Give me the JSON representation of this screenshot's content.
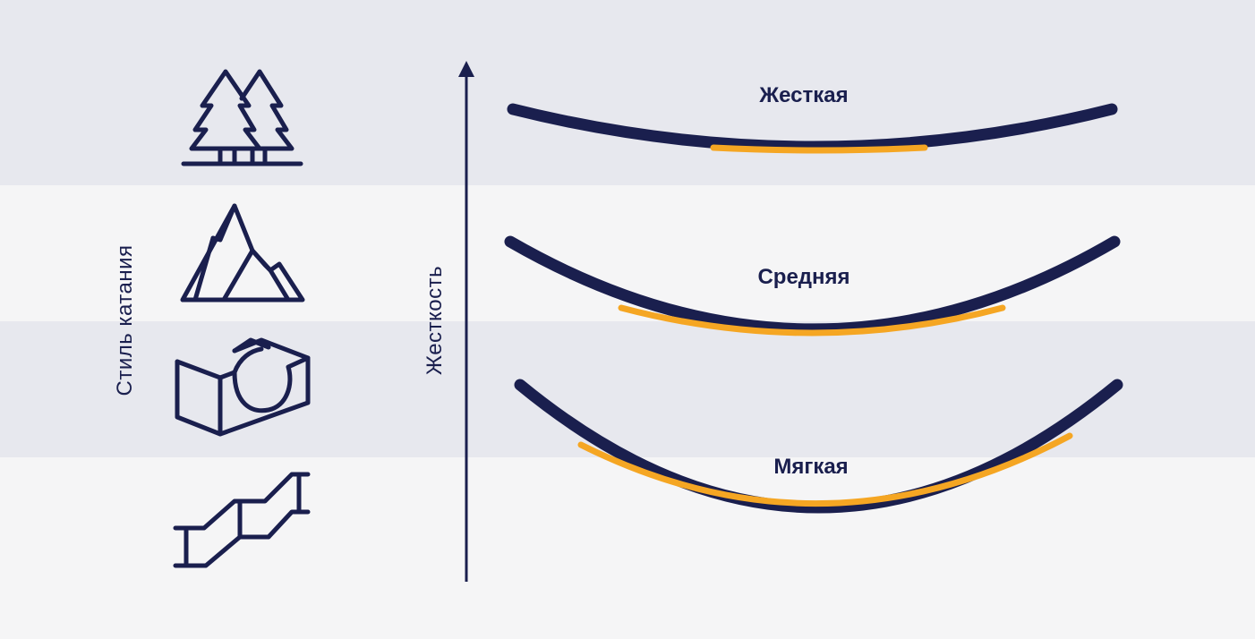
{
  "labels": {
    "riding_style": "Стиль катания",
    "stiffness": "Жесткость"
  },
  "icons": [
    "trees-icon",
    "mountain-icon",
    "halfpipe-icon",
    "rail-stairs-icon"
  ],
  "flex_levels": {
    "hard": "Жесткая",
    "medium": "Средняя",
    "soft": "Мягкая"
  },
  "colors": {
    "navy": "#1a1f4e",
    "accent": "#f5a623",
    "band_dark": "#e7e8ee",
    "band_light": "#f5f5f6"
  }
}
